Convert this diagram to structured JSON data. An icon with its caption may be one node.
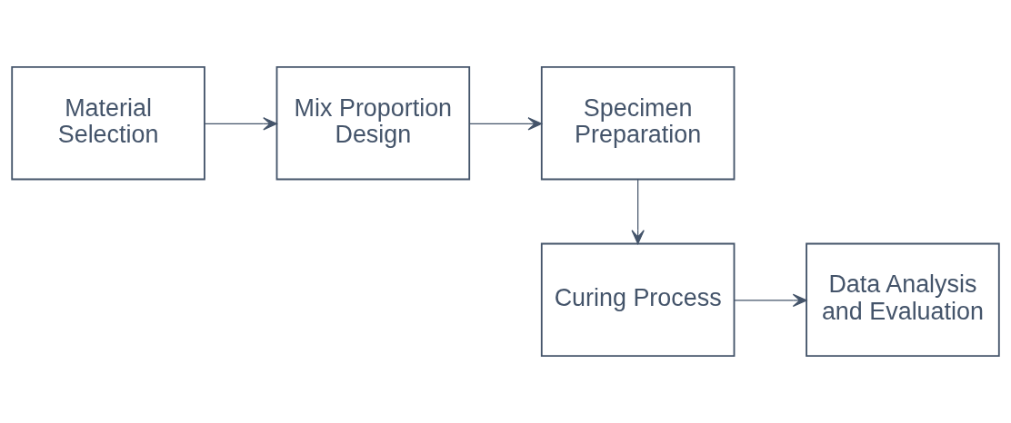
{
  "diagram": {
    "nodes": [
      {
        "text": [
          "Material Selection"
        ]
      },
      {
        "text": [
          "Mix Proportion Design"
        ]
      },
      {
        "text": [
          "Specimen Preparation"
        ]
      },
      {
        "text": [
          "Curing Process"
        ]
      },
      {
        "text": [
          "Data Analysis and Evaluation"
        ]
      }
    ],
    "edges": [
      {
        "from": 0,
        "to": 1,
        "arrow": "to"
      },
      {
        "from": 1,
        "to": 2,
        "arrow": "to"
      },
      {
        "from": 2,
        "to": 3,
        "arrow": "to"
      },
      {
        "from": 3,
        "to": 4,
        "arrow": "to"
      }
    ]
  }
}
